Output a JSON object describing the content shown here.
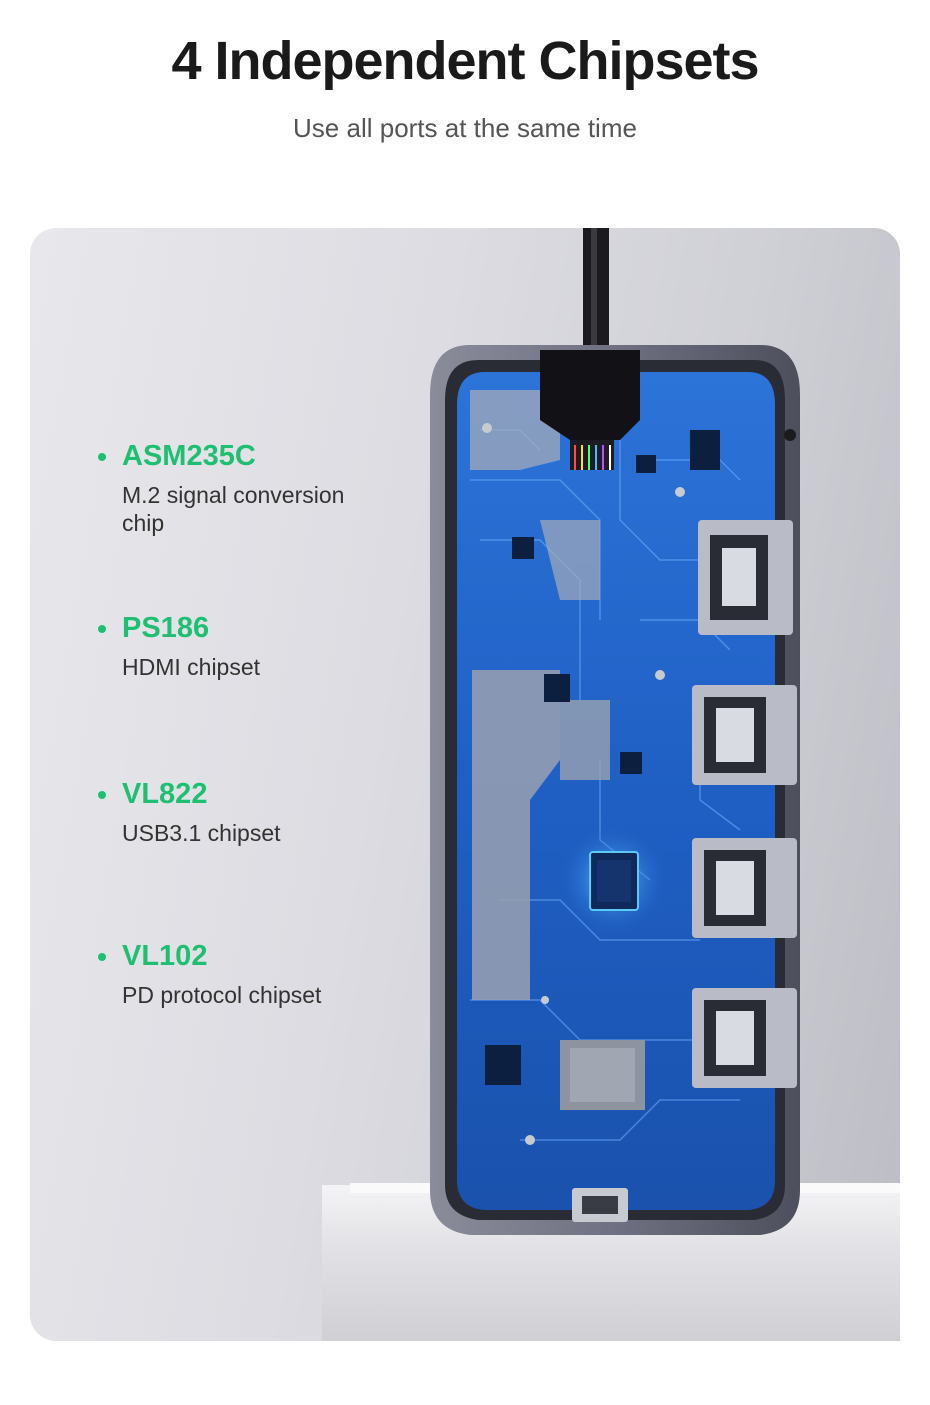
{
  "header": {
    "title": "4 Independent Chipsets",
    "subtitle": "Use all ports at the same time"
  },
  "chipsets": [
    {
      "name": "ASM235C",
      "description": "M.2 signal conversion chip"
    },
    {
      "name": "PS186",
      "description": "HDMI chipset"
    },
    {
      "name": "VL822",
      "description": "USB3.1 chipset"
    },
    {
      "name": "VL102",
      "description": "PD protocol chipset"
    }
  ],
  "colors": {
    "accent": "#1fbf73",
    "board": "#1f62c8",
    "title": "#1a1a1a"
  }
}
